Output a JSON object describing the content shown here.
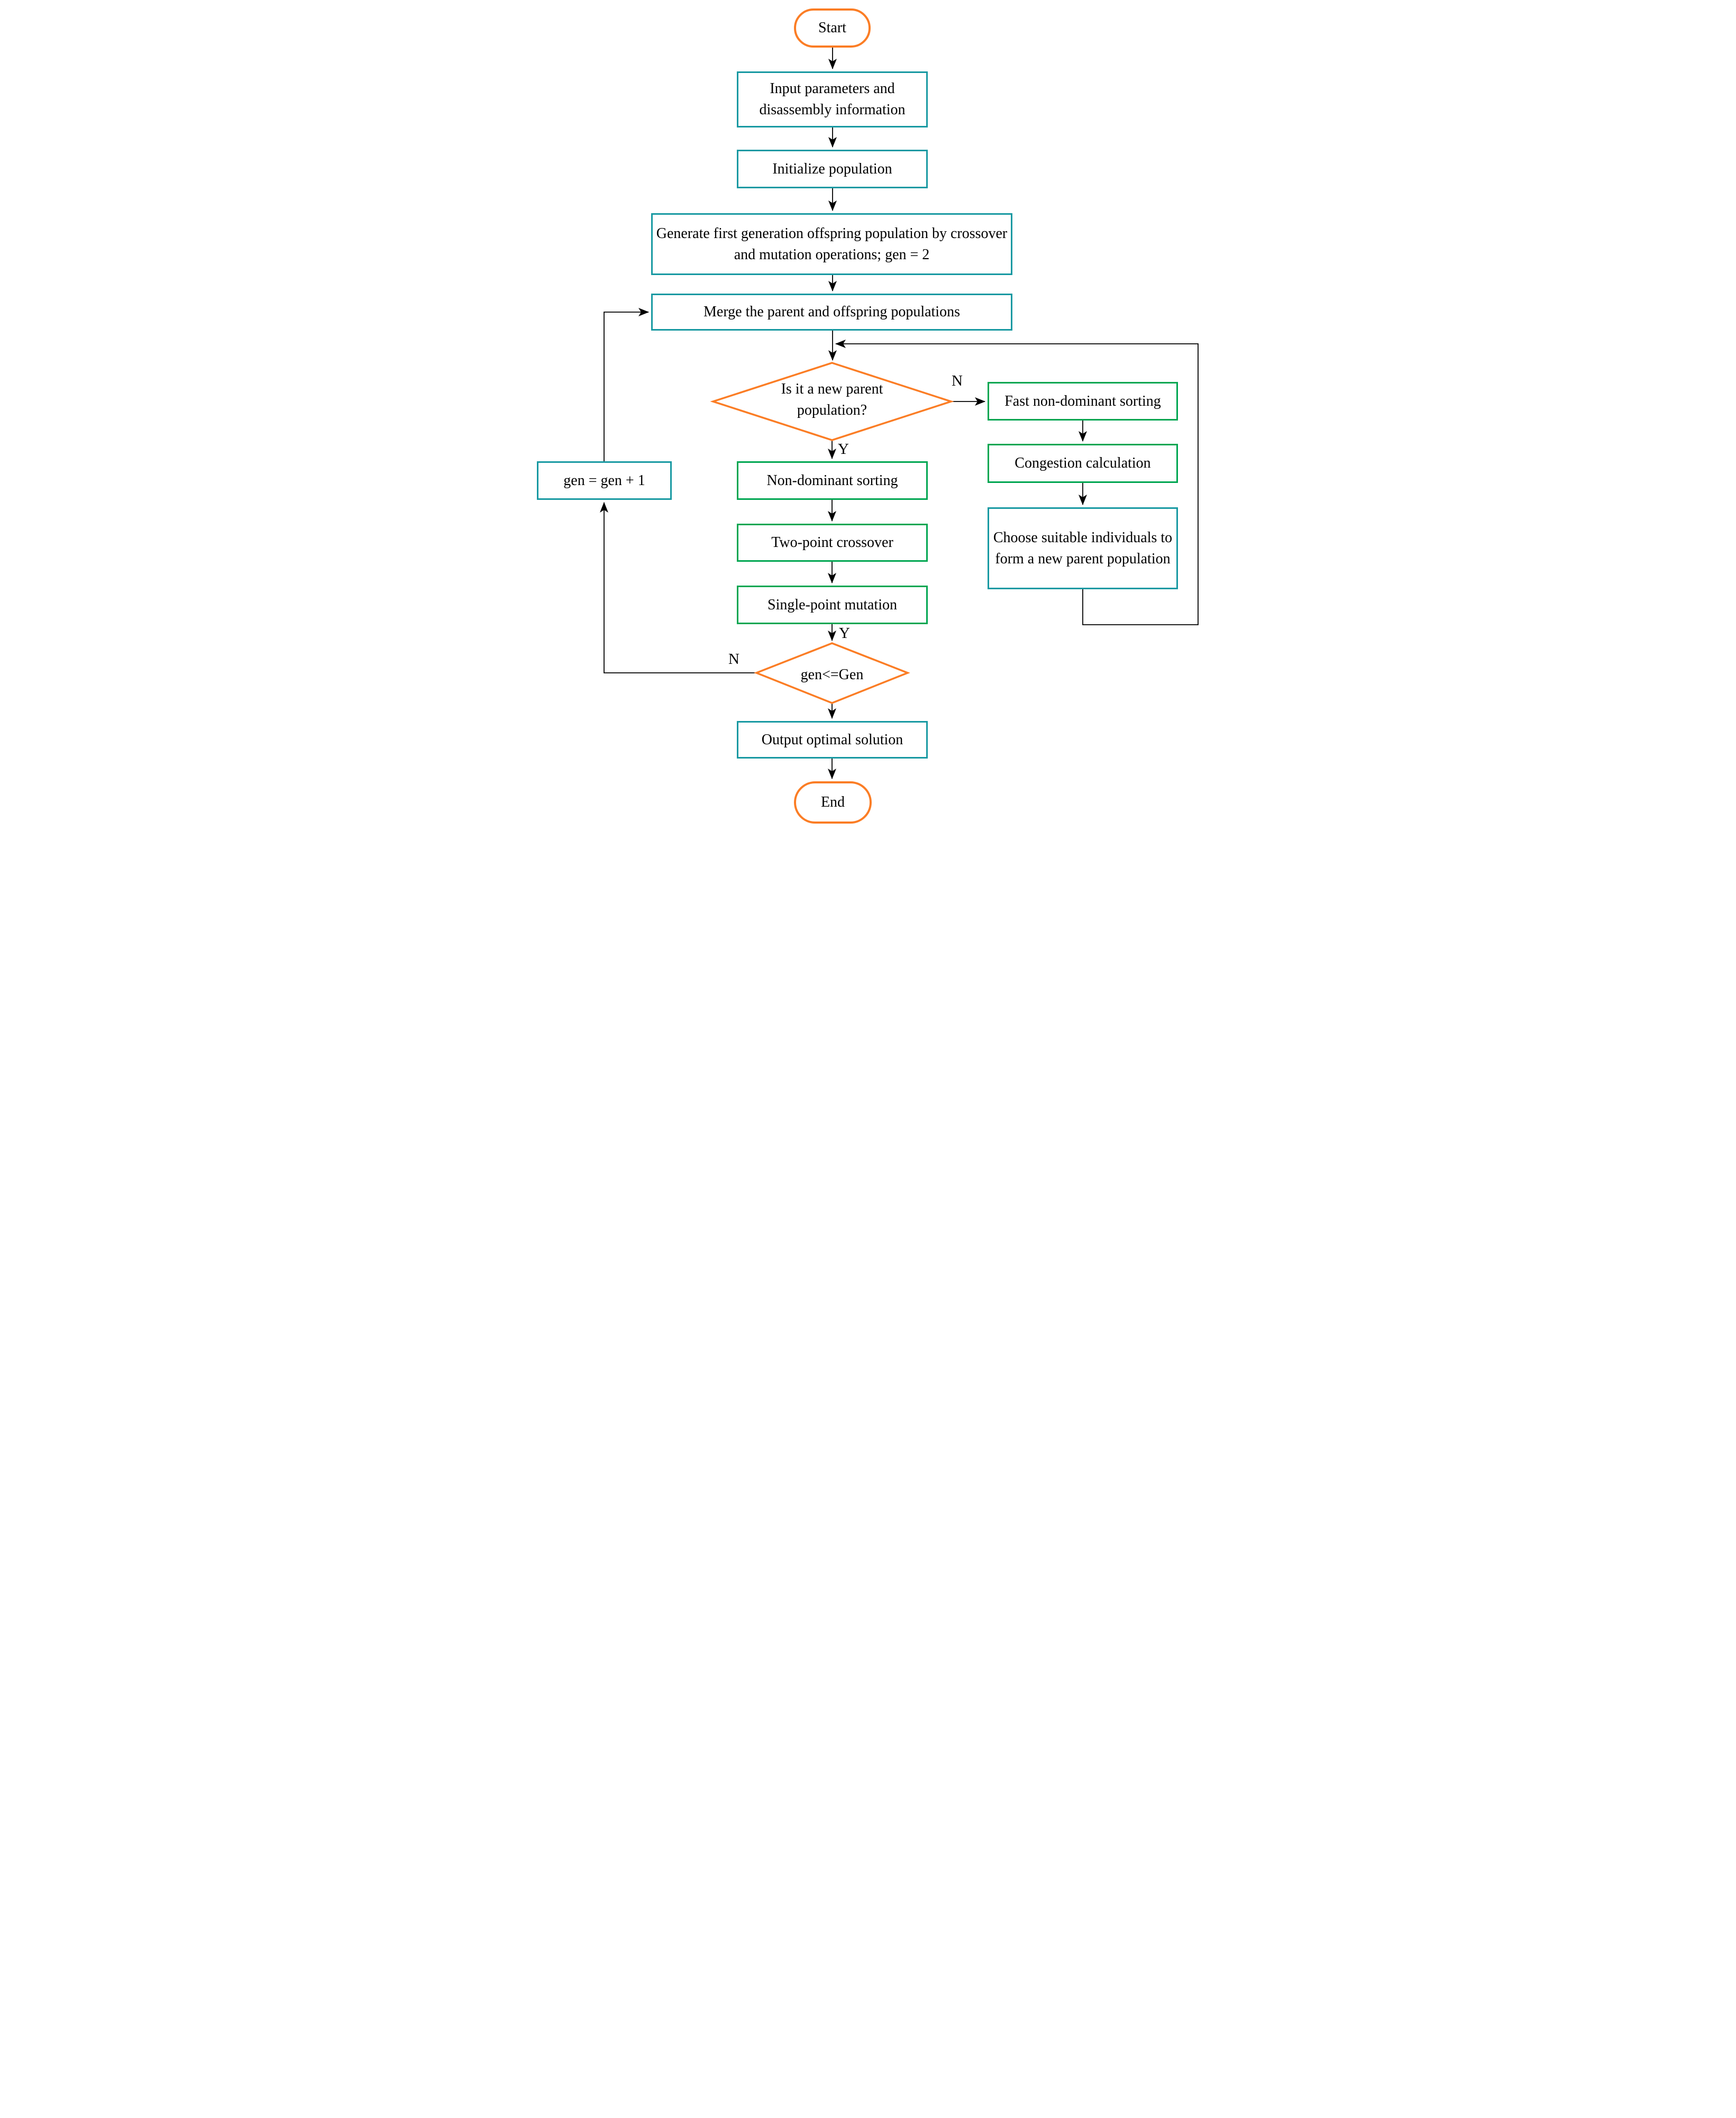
{
  "colors": {
    "teal": "#1899A2",
    "green": "#00A651",
    "orange": "#FB7D25",
    "line": "#000000"
  },
  "nodes": {
    "start": {
      "type": "terminator",
      "label": "Start"
    },
    "input": {
      "type": "process",
      "label": "Input parameters and disassembly information"
    },
    "initialize": {
      "type": "process",
      "label": "Initialize population"
    },
    "generate": {
      "type": "process",
      "label": "Generate first generation offspring population by crossover and mutation operations; gen = 2"
    },
    "merge": {
      "type": "process",
      "label": "Merge the parent and offspring populations"
    },
    "is_new_parent": {
      "type": "decision",
      "label": "Is it a new parent population?"
    },
    "fast_sort": {
      "type": "process",
      "label": "Fast non-dominant sorting"
    },
    "congestion": {
      "type": "process",
      "label": "Congestion calculation"
    },
    "choose": {
      "type": "process",
      "label": "Choose suitable individuals to form a new parent population"
    },
    "nds": {
      "type": "process",
      "label": "Non-dominant sorting"
    },
    "tpc": {
      "type": "process",
      "label": "Two-point crossover"
    },
    "spm": {
      "type": "process",
      "label": "Single-point mutation"
    },
    "gen_inc": {
      "type": "process",
      "label": "gen = gen + 1"
    },
    "gen_check": {
      "type": "decision",
      "label": "gen<=Gen"
    },
    "output": {
      "type": "process",
      "label": "Output optimal solution"
    },
    "end": {
      "type": "terminator",
      "label": "End"
    }
  },
  "edge_labels": {
    "d1_no": "N",
    "d1_yes": "Y",
    "d2_yes": "Y",
    "d2_no": "N"
  },
  "edges": [
    {
      "from": "start",
      "to": "input"
    },
    {
      "from": "input",
      "to": "initialize"
    },
    {
      "from": "initialize",
      "to": "generate"
    },
    {
      "from": "generate",
      "to": "merge"
    },
    {
      "from": "merge",
      "to": "is_new_parent"
    },
    {
      "from": "is_new_parent",
      "to": "fast_sort",
      "label": "N"
    },
    {
      "from": "fast_sort",
      "to": "congestion"
    },
    {
      "from": "congestion",
      "to": "choose"
    },
    {
      "from": "choose",
      "to": "is_new_parent",
      "note": "feedback loop on right side"
    },
    {
      "from": "is_new_parent",
      "to": "nds",
      "label": "Y"
    },
    {
      "from": "nds",
      "to": "tpc"
    },
    {
      "from": "tpc",
      "to": "spm"
    },
    {
      "from": "spm",
      "to": "gen_check",
      "label": "Y"
    },
    {
      "from": "gen_check",
      "to": "gen_inc",
      "label": "N"
    },
    {
      "from": "gen_inc",
      "to": "merge",
      "note": "feedback loop on left side"
    },
    {
      "from": "gen_check",
      "to": "output"
    },
    {
      "from": "output",
      "to": "end"
    }
  ]
}
